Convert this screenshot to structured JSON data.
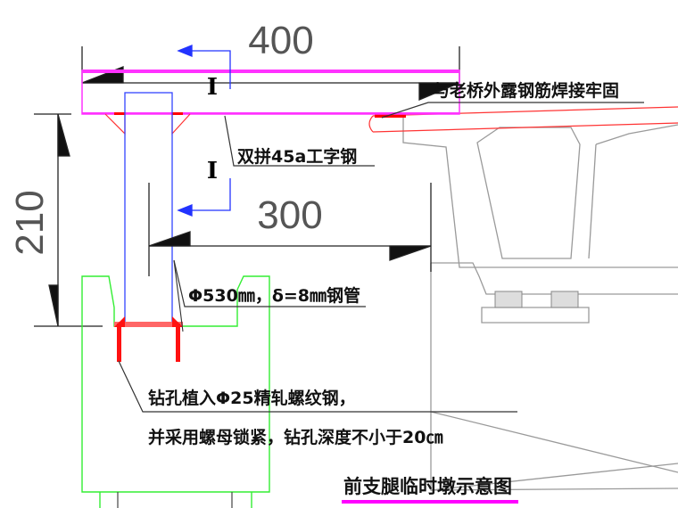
{
  "title": "前支腿临时墩示意图",
  "dimensions": {
    "top_width": "400",
    "height": "210",
    "offset": "300"
  },
  "labels": {
    "beam": "双拼45a工字钢",
    "weld_note": "与老桥外露钢筋焊接牢固",
    "pipe": "Φ530㎜，δ=8㎜钢管",
    "anchor_line1": "钻孔植入Φ25精轧螺纹钢，",
    "anchor_line2": "并采用螺母锁紧，钻孔深度不小于20㎝"
  },
  "section_marks": [
    "I",
    "I"
  ],
  "colors": {
    "beam": "#ff33ff",
    "pipe": "#3344ff",
    "pier": "#33ee33",
    "weld": "#ff2222",
    "title_underline": "#ff00ff",
    "existing_bridge": "#999999"
  }
}
